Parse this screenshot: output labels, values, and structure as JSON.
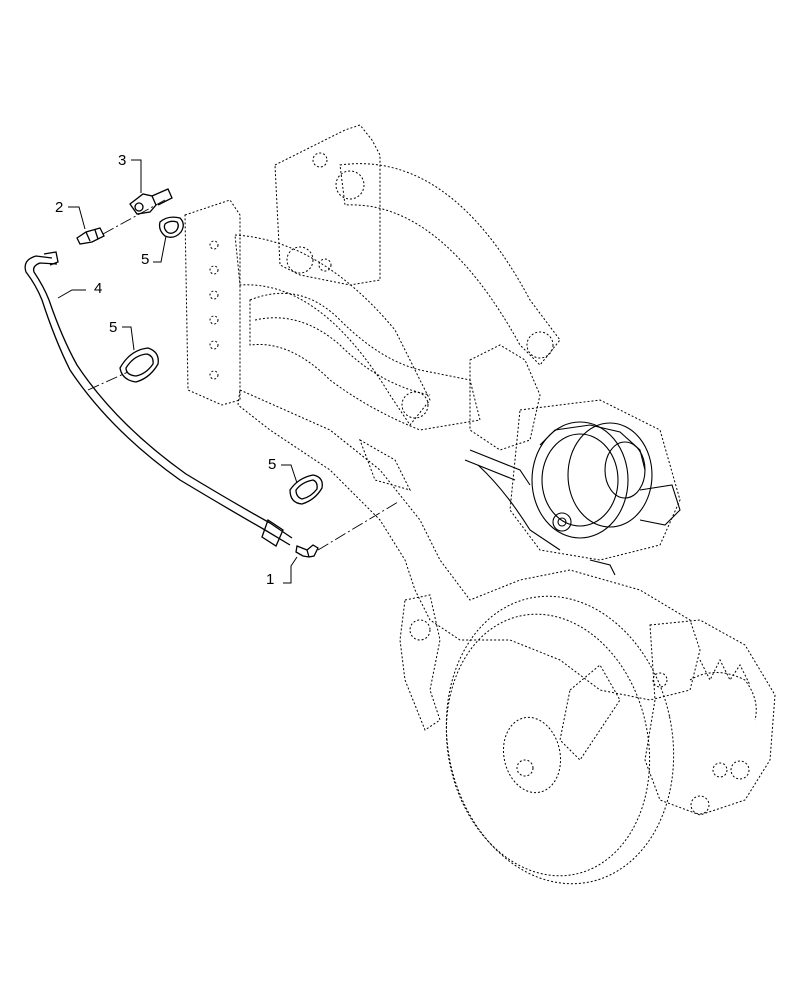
{
  "callouts": {
    "c1": "1",
    "c2": "2",
    "c3": "3",
    "c4": "4",
    "c5a": "5",
    "c5b": "5",
    "c5c": "5"
  }
}
